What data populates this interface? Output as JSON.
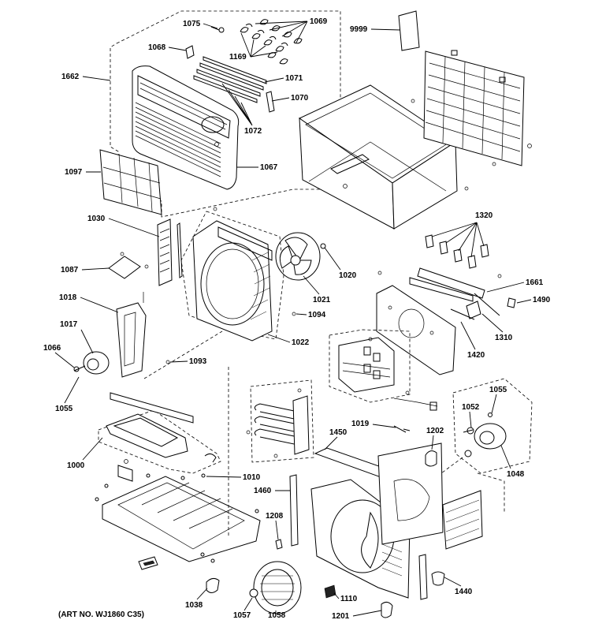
{
  "caption": "(ART NO. WJ1860 C35)",
  "callouts": [
    {
      "id": "c1075",
      "text": "1075"
    },
    {
      "id": "c1069",
      "text": "1069"
    },
    {
      "id": "c1068",
      "text": "1068"
    },
    {
      "id": "c1169",
      "text": "1169"
    },
    {
      "id": "c1662",
      "text": "1662"
    },
    {
      "id": "c1071",
      "text": "1071"
    },
    {
      "id": "c1070",
      "text": "1070"
    },
    {
      "id": "c1072",
      "text": "1072"
    },
    {
      "id": "c1097",
      "text": "1097"
    },
    {
      "id": "c1067",
      "text": "1067"
    },
    {
      "id": "c9999",
      "text": "9999"
    },
    {
      "id": "c1320",
      "text": "1320"
    },
    {
      "id": "c1030",
      "text": "1030"
    },
    {
      "id": "c1020",
      "text": "1020"
    },
    {
      "id": "c1087",
      "text": "1087"
    },
    {
      "id": "c1021",
      "text": "1021"
    },
    {
      "id": "c1661",
      "text": "1661"
    },
    {
      "id": "c1490",
      "text": "1490"
    },
    {
      "id": "c1018",
      "text": "1018"
    },
    {
      "id": "c1094",
      "text": "1094"
    },
    {
      "id": "c1310",
      "text": "1310"
    },
    {
      "id": "c1017",
      "text": "1017"
    },
    {
      "id": "c1022",
      "text": "1022"
    },
    {
      "id": "c1420",
      "text": "1420"
    },
    {
      "id": "c1066",
      "text": "1066"
    },
    {
      "id": "c1093",
      "text": "1093"
    },
    {
      "id": "c1055a",
      "text": "1055"
    },
    {
      "id": "c1055b",
      "text": "1055"
    },
    {
      "id": "c1052",
      "text": "1052"
    },
    {
      "id": "c1019",
      "text": "1019"
    },
    {
      "id": "c1450",
      "text": "1450"
    },
    {
      "id": "c1202",
      "text": "1202"
    },
    {
      "id": "c1000",
      "text": "1000"
    },
    {
      "id": "c1048",
      "text": "1048"
    },
    {
      "id": "c1010",
      "text": "1010"
    },
    {
      "id": "c1460",
      "text": "1460"
    },
    {
      "id": "c1208",
      "text": "1208"
    },
    {
      "id": "c1440",
      "text": "1440"
    },
    {
      "id": "c1038",
      "text": "1038"
    },
    {
      "id": "c1057",
      "text": "1057"
    },
    {
      "id": "c1058",
      "text": "1058"
    },
    {
      "id": "c1110",
      "text": "1110"
    },
    {
      "id": "c1201",
      "text": "1201"
    }
  ]
}
